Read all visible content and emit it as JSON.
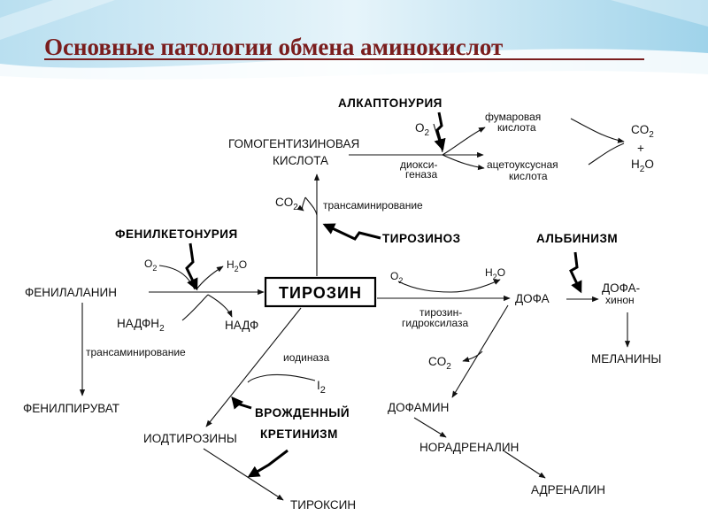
{
  "title": "Основные патологии обмена аминокислот",
  "nodes": {
    "phenylalanine": "ФЕНИЛАЛАНИН",
    "tyrosine": "ТИРОЗИН",
    "homogentisic_1": "ГОМОГЕНТИЗИНОВАЯ",
    "homogentisic_2": "КИСЛОТА",
    "fumaric_1": "фумаровая",
    "fumaric_2": "кислота",
    "acetoacetic_1": "ацетоуксусная",
    "acetoacetic_2": "кислота",
    "co2_h2o_1": "CO",
    "co2_h2o_plus": "+",
    "co2_h2o_2": "H",
    "dopa": "ДОФА",
    "dopaquinone_1": "ДОФА-",
    "dopaquinone_2": "хинон",
    "melanins": "МЕЛАНИНЫ",
    "phenylpyruvate": "ФЕНИЛПИРУВАТ",
    "iodotyrosines": "ИОДТИРОЗИНЫ",
    "thyroxine": "ТИРОКСИН",
    "dopamine": "ДОФАМИН",
    "noradrenaline": "НОРАДРЕНАЛИН",
    "adrenaline": "АДРЕНАЛИН"
  },
  "diseases": {
    "alkaptonuria": "АЛКАПТОНУРИЯ",
    "phenylketonuria": "ФЕНИЛКЕТОНУРИЯ",
    "tyrosinosis": "ТИРОЗИНОЗ",
    "albinism": "АЛЬБИНИЗМ",
    "cretinism_1": "ВРОЖДЕННЫЙ",
    "cretinism_2": "КРЕТИНИЗМ"
  },
  "labels": {
    "o2": "O",
    "dioxygenase_1": "диокси-",
    "dioxygenase_2": "геназа",
    "co2_trans": "CO",
    "transamination_top": "трансаминирование",
    "pheno_o2": "O",
    "pheno_h2o": "H",
    "nadph": "НАДФН",
    "nadp": "НАДФ",
    "transamination_left": "трансаминирование",
    "dopa_o2": "O",
    "dopa_h2o": "H",
    "tyr_hydroxylase_1": "тирозин-",
    "tyr_hydroxylase_2": "гидроксилаза",
    "iodinase": "иодиназа",
    "i2": "I",
    "dopamine_co2": "CO"
  },
  "chemistry": {
    "sub2": "2",
    "o_letter": "O"
  }
}
